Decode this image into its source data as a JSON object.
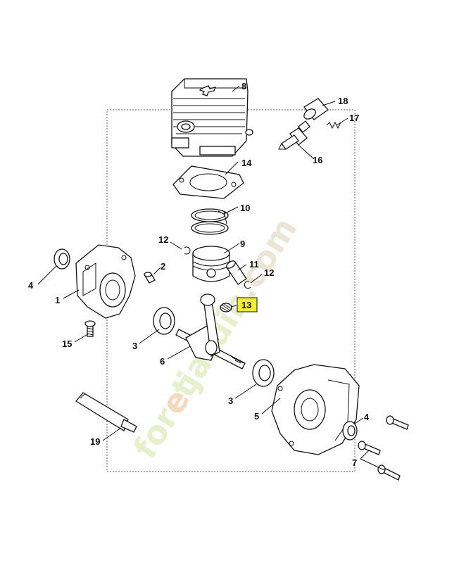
{
  "diagram": {
    "highlighted_part": "13",
    "watermark": {
      "segments": [
        "for",
        "e",
        "t",
        "jardin",
        ".com"
      ],
      "colors": [
        "#e6f0cc",
        "#f5d9bd",
        "#e6f0cc",
        "#e6f0cc",
        "#ebe5d6"
      ]
    },
    "labels": {
      "p1": "1",
      "p2": "2",
      "p3a": "3",
      "p3b": "3",
      "p4a": "4",
      "p4b": "4",
      "p5": "5",
      "p6": "6",
      "p7": "7",
      "p8": "8",
      "p9": "9",
      "p10": "10",
      "p11": "11",
      "p12a": "12",
      "p12b": "12",
      "p13": "13",
      "p14": "14",
      "p15": "15",
      "p16": "16",
      "p17": "17",
      "p18": "18",
      "p19": "19"
    },
    "colors": {
      "line": "#111111",
      "highlight": "#f3ef2a",
      "frame": "#555555"
    }
  }
}
